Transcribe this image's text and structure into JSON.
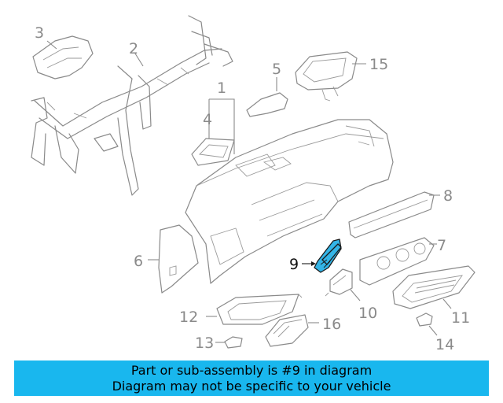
{
  "callouts": {
    "c1": "1",
    "c2": "2",
    "c3": "3",
    "c4": "4",
    "c5": "5",
    "c6": "6",
    "c7": "7",
    "c8": "8",
    "c9": "9",
    "c10": "10",
    "c11": "11",
    "c12": "12",
    "c13": "13",
    "c14": "14",
    "c15": "15",
    "c16": "16"
  },
  "highlighted_part": "9",
  "colors": {
    "highlight": "#33b4e6",
    "banner": "#19b7ee",
    "line_art": "#8a8a8a"
  },
  "banner": {
    "line1": "Part or sub-assembly is #9 in diagram",
    "line2": "Diagram may not be specific to your vehicle"
  }
}
